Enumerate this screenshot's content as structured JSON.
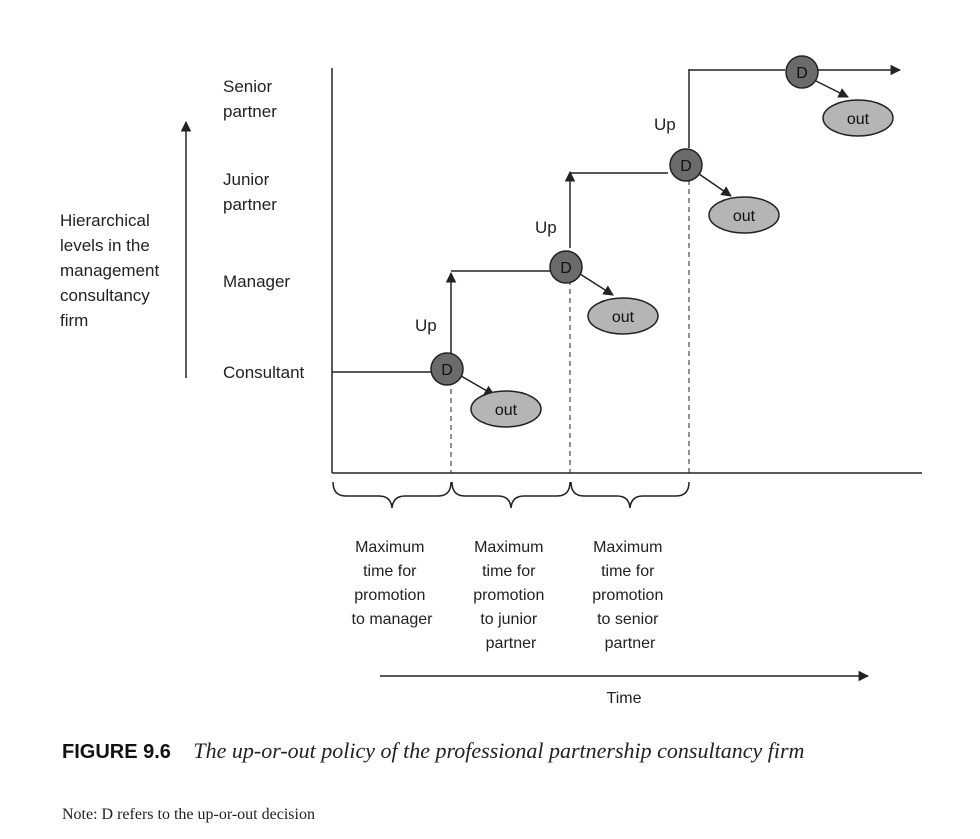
{
  "y_axis_label": [
    "Hierarchical",
    "levels in the",
    "management",
    "consultancy",
    "firm"
  ],
  "levels": [
    {
      "lines": [
        "Senior",
        "partner"
      ]
    },
    {
      "lines": [
        "Junior",
        "partner"
      ]
    },
    {
      "lines": [
        "Manager"
      ]
    },
    {
      "lines": [
        "Consultant"
      ]
    }
  ],
  "up_label": "Up",
  "decision_label": "D",
  "out_label": "out",
  "periods": [
    {
      "lines": [
        "Maximum",
        "time for",
        "promotion",
        "to manager"
      ]
    },
    {
      "lines": [
        "Maximum",
        "time for",
        "promotion",
        "to junior",
        "partner"
      ]
    },
    {
      "lines": [
        "Maximum",
        "time for",
        "promotion",
        "to senior",
        "partner"
      ]
    }
  ],
  "time_label": "Time",
  "caption": {
    "number": "FIGURE 9.6",
    "title": "The up-or-out policy of the professional partnership consultancy firm"
  },
  "note": "Note: D refers to the up-or-out decision",
  "colors": {
    "decision_fill": "#6b6b6b",
    "out_fill": "#b5b5b5",
    "line": "#222222"
  }
}
